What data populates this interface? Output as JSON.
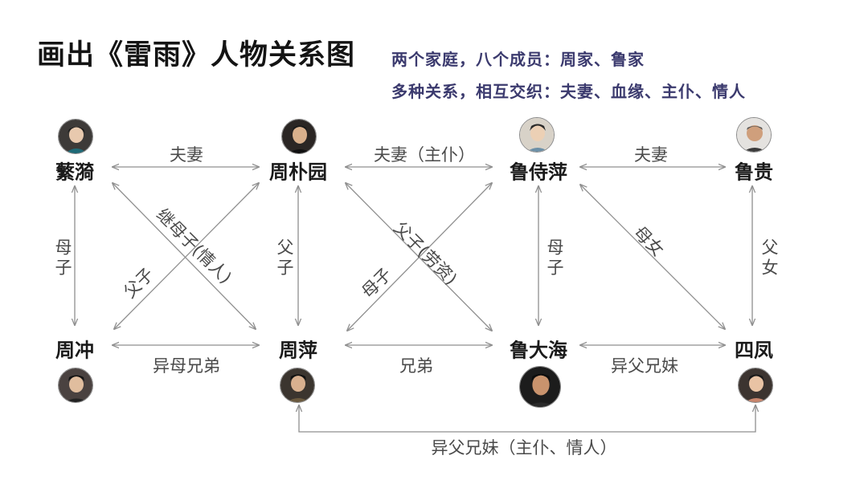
{
  "title": "画出《雷雨》人物关系图",
  "subtitle_line1": "两个家庭，八个成员：周家、鲁家",
  "subtitle_line2": "多种关系，相互交织：夫妻、血缘、主仆、情人",
  "people": {
    "fanyi": "蘩漪",
    "zhoupuyuan": "周朴园",
    "lushiping": "鲁侍萍",
    "lugui": "鲁贵",
    "zhouchong": "周冲",
    "zhouping": "周萍",
    "ludahai": "鲁大海",
    "sifeng": "四凤"
  },
  "relations": {
    "fanyi_zhoupuyuan": "夫妻",
    "zhoupuyuan_lushiping": "夫妻（主仆）",
    "lushiping_lugui": "夫妻",
    "fanyi_zhouchong": "母子",
    "zhoupuyuan_zhouping": "父子",
    "lushiping_ludahai": "母子",
    "lugui_sifeng": "父女",
    "fanyi_zhouping": "继母子(情人)",
    "zhoupuyuan_zhouchong": "父子",
    "zhoupuyuan_ludahai": "父子(劳资)",
    "lushiping_zhouping": "母子",
    "lushiping_sifeng": "母女",
    "zhouchong_zhouping": "异母兄弟",
    "zhouping_ludahai": "兄弟",
    "ludahai_sifeng": "异父兄妹",
    "zhouping_sifeng": "异父兄妹（主仆、情人）"
  },
  "colors": {
    "line": "#8f8f8f",
    "title": "#141414",
    "subtitle": "#3b3a6e"
  }
}
